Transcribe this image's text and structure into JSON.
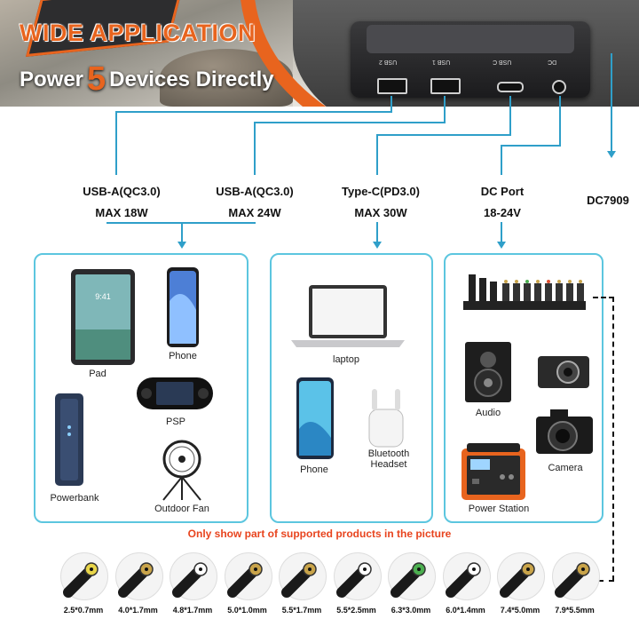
{
  "header": {
    "title": "WIDE APPLICATION",
    "subtitle_prefix": "Power",
    "subtitle_number": "5",
    "subtitle_suffix": "Devices Directly",
    "ports": [
      "USB 2",
      "USB 1",
      "USB C",
      "DC"
    ]
  },
  "outputs": [
    {
      "line1": "USB-A(QC3.0)",
      "line2": "MAX 18W"
    },
    {
      "line1": "USB-A(QC3.0)",
      "line2": "MAX 24W"
    },
    {
      "line1": "Type-C(PD3.0)",
      "line2": "MAX 30W"
    },
    {
      "line1": "DC Port",
      "line2": "18-24V"
    },
    {
      "line1": "DC7909",
      "line2": ""
    }
  ],
  "box_usb": {
    "devices": [
      "Pad",
      "Phone",
      "PSP",
      "Powerbank",
      "Outdoor Fan"
    ]
  },
  "box_typec": {
    "devices": [
      "laptop",
      "Phone",
      "Bluetooth\nHeadset"
    ]
  },
  "box_dc": {
    "devices": [
      "Audio",
      "Camera",
      "Power Station"
    ]
  },
  "note": "Only show part of supported products in the picture",
  "tips": [
    "2.5*0.7mm",
    "4.0*1.7mm",
    "4.8*1.7mm",
    "5.0*1.0mm",
    "5.5*1.7mm",
    "5.5*2.5mm",
    "6.3*3.0mm",
    "6.0*1.4mm",
    "7.4*5.0mm",
    "7.9*5.5mm"
  ],
  "colors": {
    "accent": "#e8641e",
    "line": "#2f9fc9",
    "box_border": "#5cc6df",
    "note": "#e8441e"
  },
  "icons": [
    "tablet-icon",
    "smartphone-icon",
    "handheld-console-icon",
    "powerbank-icon",
    "fan-icon",
    "laptop-icon",
    "earbuds-icon",
    "speaker-icon",
    "camera-icon",
    "power-station-icon",
    "dc-tips-icon"
  ]
}
